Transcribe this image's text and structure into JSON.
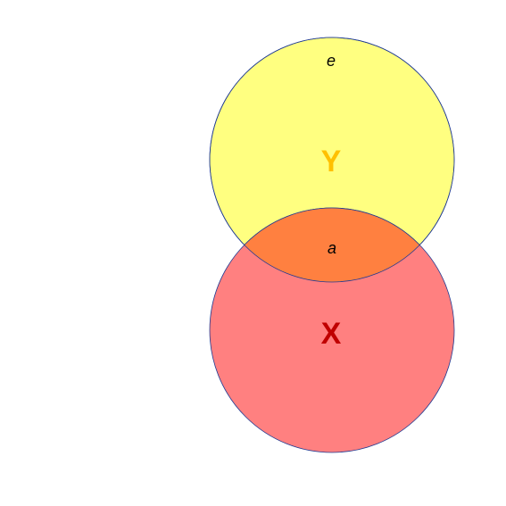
{
  "diagram": {
    "type": "venn",
    "sets": [
      {
        "name": "Y",
        "fill": "#ffff80",
        "label_color": "#ffc000"
      },
      {
        "name": "X",
        "fill": "#ff8080",
        "label_color": "#c00000"
      }
    ],
    "overlap_fill": "#ff8040",
    "outline": "#1f3a93",
    "regions": {
      "y_only": "e",
      "intersection": "a"
    }
  }
}
